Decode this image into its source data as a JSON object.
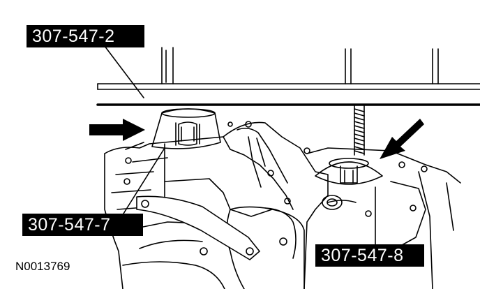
{
  "callouts": {
    "top": "307-547-2",
    "left": "307-547-7",
    "right": "307-547-8"
  },
  "figure_id": "N0013769",
  "colors": {
    "ink": "#000000",
    "paper": "#ffffff"
  },
  "icons": [
    "arrow-left-pointer",
    "arrow-right-pointer"
  ]
}
